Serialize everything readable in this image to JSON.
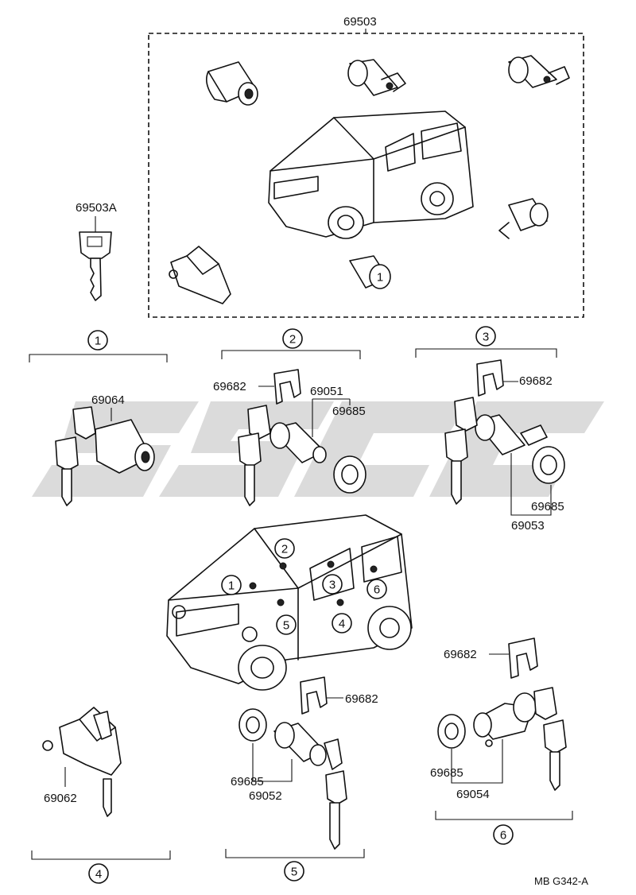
{
  "assembly_label": "69503",
  "key_label": "69503A",
  "reference": "MB G342-A",
  "callouts": {
    "c1": "1",
    "c2": "2",
    "c3": "3",
    "c4": "4",
    "c5": "5",
    "c6": "6"
  },
  "parts": {
    "p1": "69064",
    "p2a": "69682",
    "p2b": "69051",
    "p2c": "69685",
    "p3a": "69682",
    "p3b": "69685",
    "p3c": "69053",
    "p4": "69062",
    "p5a": "69682",
    "p5b": "69685",
    "p5c": "69052",
    "p6a": "69682",
    "p6b": "69685",
    "p6c": "69054"
  },
  "car_callouts": {
    "n1": "1",
    "n2": "2",
    "n3": "3",
    "n4": "4",
    "n5": "5",
    "n6": "6"
  }
}
